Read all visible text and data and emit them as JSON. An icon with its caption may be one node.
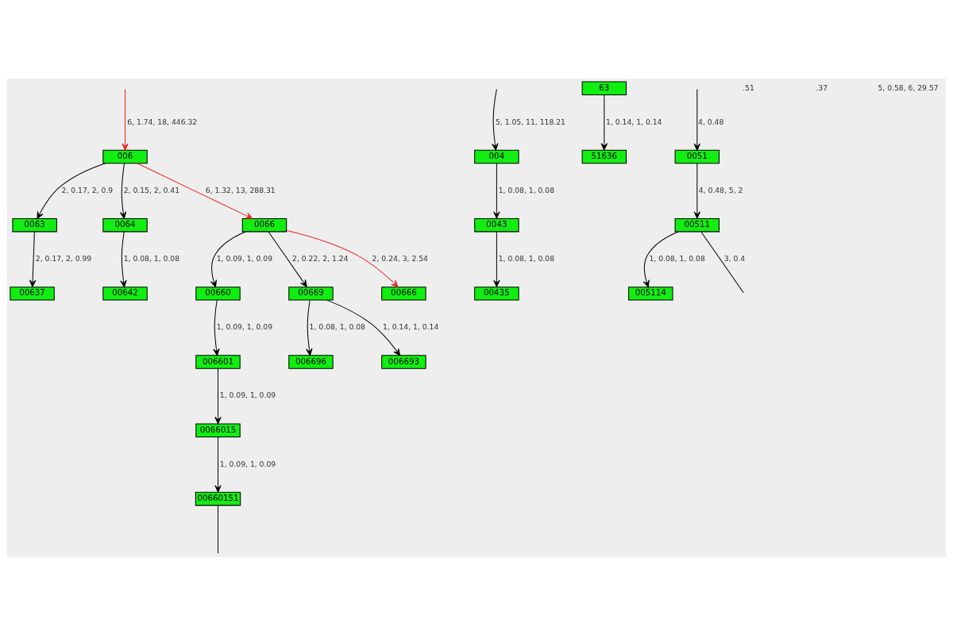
{
  "diagram": {
    "nodes": [
      {
        "text": [
          "006"
        ]
      },
      {
        "text": [
          "004"
        ]
      },
      {
        "text": [
          "63"
        ]
      },
      {
        "text": [
          "0063"
        ]
      },
      {
        "text": [
          "0064"
        ]
      },
      {
        "text": [
          "0066"
        ]
      },
      {
        "text": [
          "0043"
        ]
      },
      {
        "text": [
          "0051"
        ]
      },
      {
        "text": [
          "51636"
        ]
      },
      {
        "text": [
          "00637"
        ]
      },
      {
        "text": [
          "00642"
        ]
      },
      {
        "text": [
          "00660"
        ]
      },
      {
        "text": [
          "00669"
        ]
      },
      {
        "text": [
          "00666"
        ]
      },
      {
        "text": [
          "00435"
        ]
      },
      {
        "text": [
          "00511"
        ]
      },
      {
        "text": [
          "006601"
        ]
      },
      {
        "text": [
          "006696"
        ]
      },
      {
        "text": [
          "006693"
        ]
      },
      {
        "text": [
          "005114"
        ]
      },
      {
        "text": [
          "0066015"
        ]
      },
      {
        "text": [
          "00660151"
        ]
      }
    ],
    "edges": [
      {
        "from": null,
        "to": 0,
        "arrow": "to",
        "label": "6, 1.74, 18, 446.32",
        "color": "#ee2222"
      },
      {
        "from": null,
        "to": 1,
        "arrow": "to",
        "label": "5, 1.05, 11, 118.21"
      },
      {
        "from": null,
        "to": 7,
        "arrow": "to",
        "label": "4, 0.48"
      },
      {
        "from": 0,
        "to": 3,
        "arrow": "to",
        "label": "2, 0.17, 2, 0.9"
      },
      {
        "from": 0,
        "to": 4,
        "arrow": "to",
        "label": "2, 0.15, 2, 0.41"
      },
      {
        "from": 0,
        "to": 5,
        "arrow": "to",
        "label": "6, 1.32, 13, 288.31",
        "color": "#ee2222"
      },
      {
        "from": 1,
        "to": 6,
        "arrow": "to",
        "label": "1, 0.08, 1, 0.08"
      },
      {
        "from": 2,
        "to": 8,
        "arrow": "to",
        "label": "1, 0.14, 1, 0.14"
      },
      {
        "from": 3,
        "to": 9,
        "arrow": "to",
        "label": "2, 0.17, 2, 0.99"
      },
      {
        "from": 4,
        "to": 10,
        "arrow": "to",
        "label": "1, 0.08, 1, 0.08"
      },
      {
        "from": 5,
        "to": 11,
        "arrow": "to",
        "label": "1, 0.09, 1, 0.09"
      },
      {
        "from": 5,
        "to": 12,
        "arrow": "to",
        "label": "2, 0.22, 2, 1.24"
      },
      {
        "from": 5,
        "to": 13,
        "arrow": "to",
        "label": "2, 0.24, 3, 2.54",
        "color": "#ee2222"
      },
      {
        "from": 6,
        "to": 14,
        "arrow": "to",
        "label": "1, 0.08, 1, 0.08"
      },
      {
        "from": 7,
        "to": 15,
        "arrow": "to",
        "label": "4, 0.48, 5, 2"
      },
      {
        "from": 11,
        "to": 16,
        "arrow": "to",
        "label": "1, 0.09, 1, 0.09"
      },
      {
        "from": 12,
        "to": 17,
        "arrow": "to",
        "label": "1, 0.08, 1, 0.08"
      },
      {
        "from": 12,
        "to": 18,
        "arrow": "to",
        "label": "1, 0.14, 1, 0.14"
      },
      {
        "from": 15,
        "to": 19,
        "arrow": "to",
        "label": "1, 0.08, 1, 0.08"
      },
      {
        "from": 15,
        "to": null,
        "arrow": "none",
        "label": "3, 0.4"
      },
      {
        "from": 16,
        "to": 20,
        "arrow": "to",
        "label": "1, 0.09, 1, 0.09"
      },
      {
        "from": 20,
        "to": 21,
        "arrow": "to",
        "label": "1, 0.09, 1, 0.09"
      },
      {
        "from": 21,
        "to": null,
        "arrow": "none"
      }
    ],
    "labels": [
      ".51",
      ".37",
      "5, 0.58, 6, 29.57"
    ]
  }
}
